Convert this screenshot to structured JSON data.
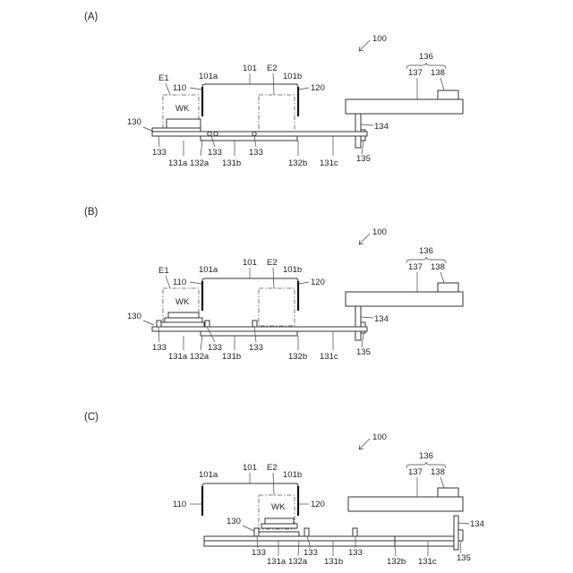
{
  "panels": [
    {
      "label": "(A)",
      "labels": {
        "device": "100",
        "chamber": "101",
        "door_left_label": "101a",
        "door_right_label": "101b",
        "door_left": "110",
        "door_right": "120",
        "region_left": "E1",
        "region_right": "E2",
        "workpiece": "WK",
        "unit": "136",
        "unit_left": "137",
        "unit_right": "138",
        "drive": "134",
        "motor": "135",
        "carriage": "130",
        "pins": "133",
        "base_a": "131a",
        "joint_a": "132a",
        "base_b": "131b",
        "joint_b": "132b",
        "base_c": "131c"
      }
    },
    {
      "label": "(B)",
      "labels": {
        "device": "100",
        "chamber": "101",
        "door_left_label": "101a",
        "door_right_label": "101b",
        "door_left": "110",
        "door_right": "120",
        "region_left": "E1",
        "region_right": "E2",
        "workpiece": "WK",
        "unit": "136",
        "unit_left": "137",
        "unit_right": "138",
        "drive": "134",
        "motor": "135",
        "carriage": "130",
        "pins": "133",
        "base_a": "131a",
        "joint_a": "132a",
        "base_b": "131b",
        "joint_b": "132b",
        "base_c": "131c"
      }
    },
    {
      "label": "(C)",
      "labels": {
        "device": "100",
        "chamber": "101",
        "door_left_label": "101a",
        "door_right_label": "101b",
        "door_left": "110",
        "door_right": "120",
        "region_right": "E2",
        "workpiece": "WK",
        "unit": "136",
        "unit_left": "137",
        "unit_right": "138",
        "drive": "134",
        "motor": "135",
        "carriage": "130",
        "pins": "133",
        "base_a": "131a",
        "joint_a": "132a",
        "base_b": "131b",
        "joint_b": "132b",
        "base_c": "131c"
      }
    }
  ]
}
